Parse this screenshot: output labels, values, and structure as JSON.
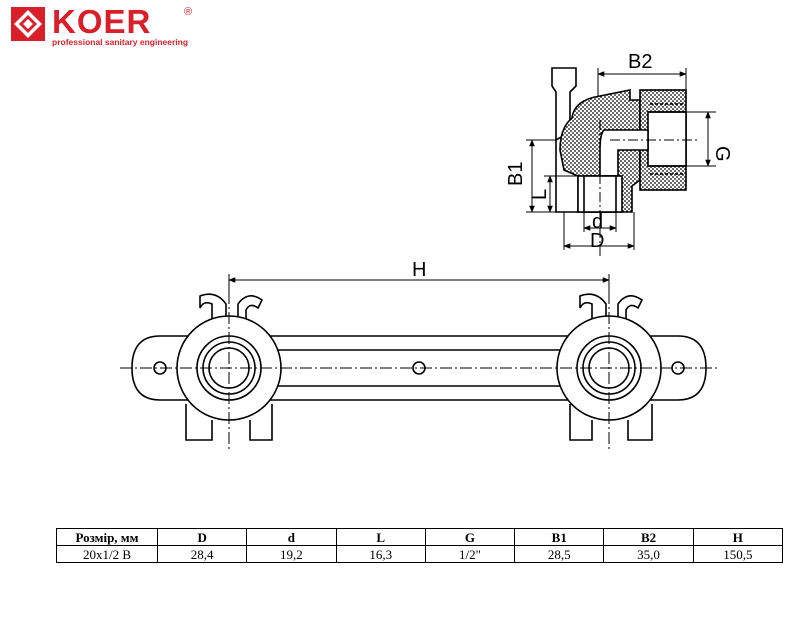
{
  "brand": {
    "name": "KOER",
    "registered_mark": "®",
    "tagline": "professional sanitary engineering",
    "color": "#d9202a"
  },
  "drawing": {
    "labels": {
      "b2": "B2",
      "g": "G",
      "b1": "B1",
      "l": "L",
      "d_small": "d",
      "d_large": "D",
      "h": "H"
    }
  },
  "table": {
    "headers": [
      "Розмір, мм",
      "D",
      "d",
      "L",
      "G",
      "B1",
      "B2",
      "H"
    ],
    "rows": [
      [
        "20x1/2 В",
        "28,4",
        "19,2",
        "16,3",
        "1/2\"",
        "28,5",
        "35,0",
        "150,5"
      ]
    ]
  }
}
